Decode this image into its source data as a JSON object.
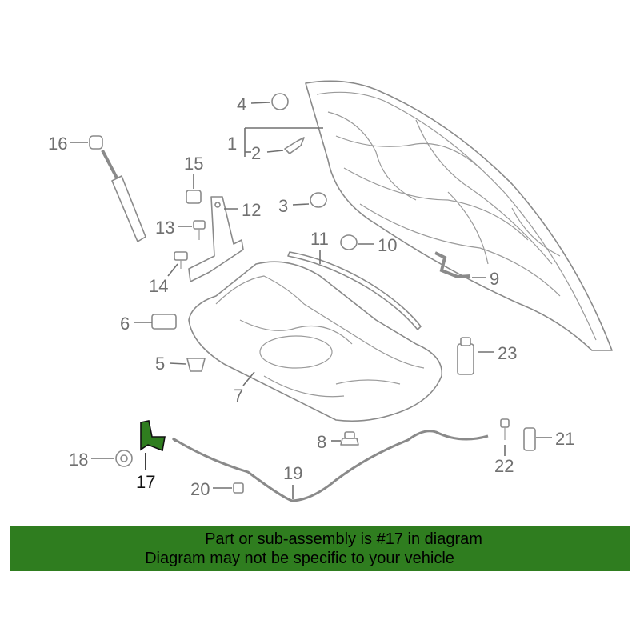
{
  "diagram": {
    "callouts": {
      "c1": "1",
      "c2": "2",
      "c3": "3",
      "c4": "4",
      "c5": "5",
      "c6": "6",
      "c7": "7",
      "c8": "8",
      "c9": "9",
      "c10": "10",
      "c11": "11",
      "c12": "12",
      "c13": "13",
      "c14": "14",
      "c15": "15",
      "c16": "16",
      "c17": "17",
      "c18": "18",
      "c19": "19",
      "c20": "20",
      "c21": "21",
      "c22": "22",
      "c23": "23"
    },
    "highlighted_part": "17",
    "highlight_color": "#2f7d1f"
  },
  "banner": {
    "line1": "Part or sub-assembly is #17 in diagram",
    "line2": "Diagram may not be specific to your vehicle",
    "background": "#2f7d1f"
  }
}
